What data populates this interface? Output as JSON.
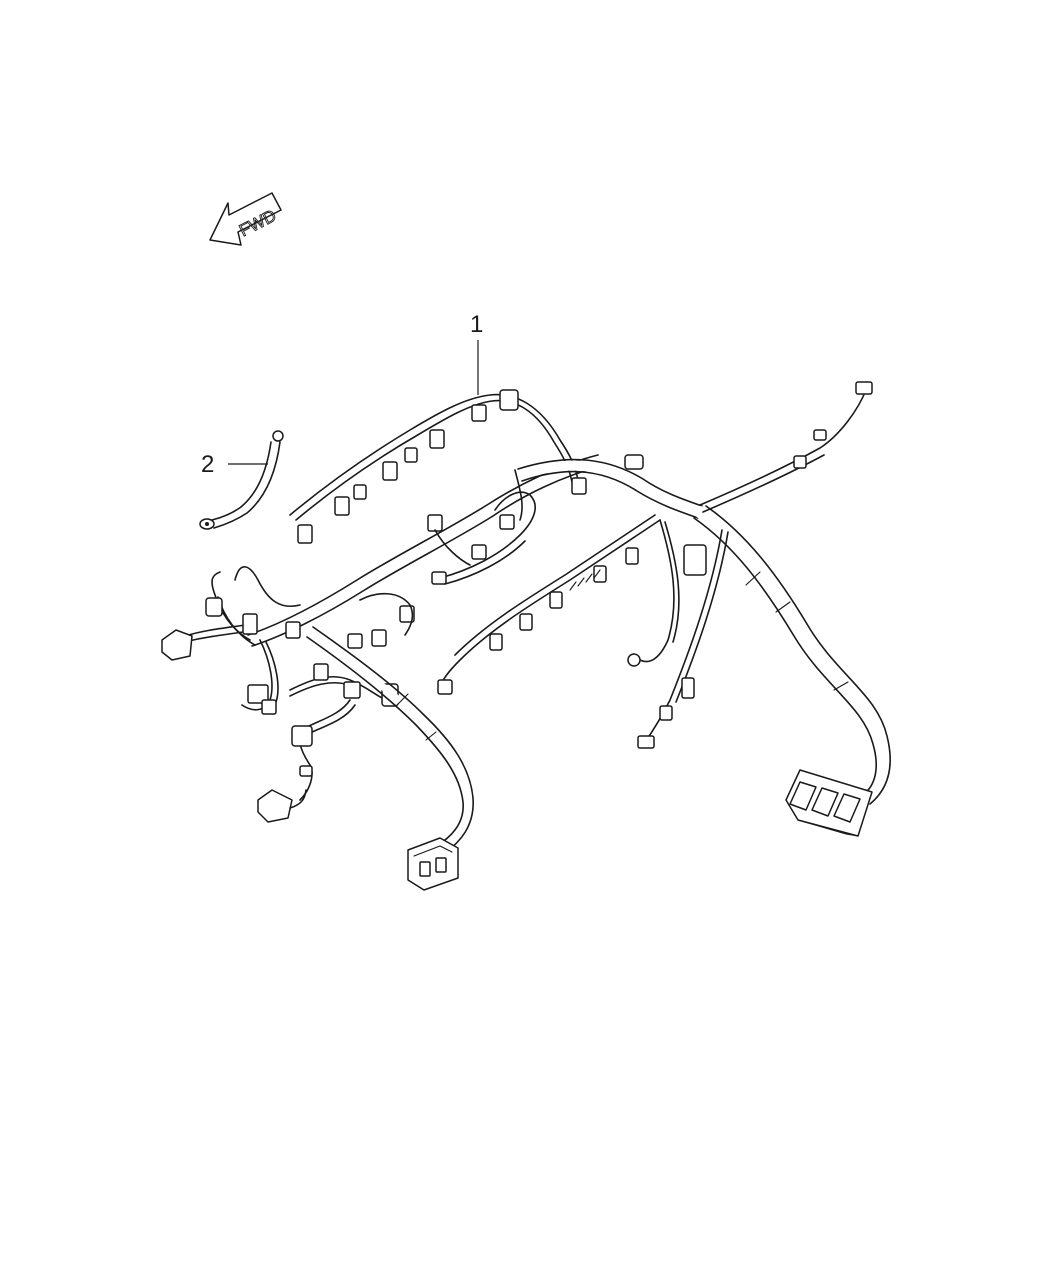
{
  "direction_indicator": {
    "label": "FWD",
    "icon": "forward-arrow-icon"
  },
  "callouts": [
    {
      "number": "1"
    },
    {
      "number": "2"
    }
  ]
}
